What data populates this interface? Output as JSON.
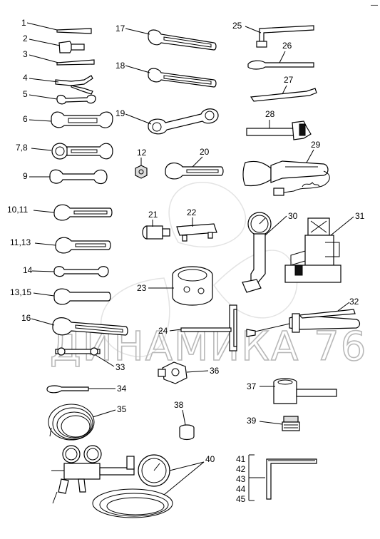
{
  "watermark": "ДИНАМИКА 76",
  "corner_mark": "—",
  "callouts": {
    "c1": "1",
    "c2": "2",
    "c3": "3",
    "c4": "4",
    "c5": "5",
    "c6": "6",
    "c7_8": "7,8",
    "c9": "9",
    "c10_11": "10,11",
    "c11_13": "11,13",
    "c14": "14",
    "c13_15": "13,15",
    "c16": "16",
    "c12": "12",
    "c17": "17",
    "c18": "18",
    "c19": "19",
    "c20": "20",
    "c21": "21",
    "c22": "22",
    "c23": "23",
    "c24": "24",
    "c25": "25",
    "c26": "26",
    "c27": "27",
    "c28": "28",
    "c29": "29",
    "c30": "30",
    "c31": "31",
    "c32": "32",
    "c33": "33",
    "c34": "34",
    "c35": "35",
    "c36": "36",
    "c37": "37",
    "c38": "38",
    "c39": "39",
    "c40": "40",
    "c41": "41",
    "c42": "42",
    "c43": "43",
    "c44": "44",
    "c45": "45"
  }
}
